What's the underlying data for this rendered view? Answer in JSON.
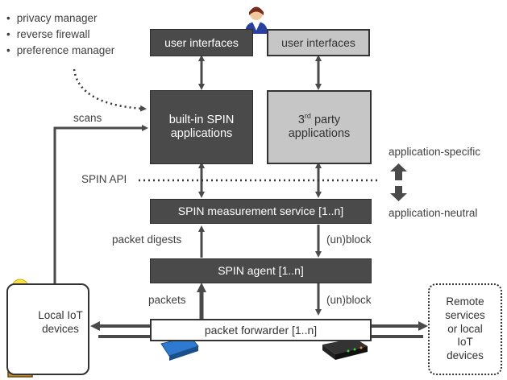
{
  "bullets": [
    "privacy manager",
    "reverse firewall",
    "preference manager"
  ],
  "boxes": {
    "user_interfaces_builtin": "user interfaces",
    "user_interfaces_3rd": "user interfaces",
    "builtin_apps": "built-in SPIN applications",
    "third_party_sup": "rd",
    "third_party_pre": "3",
    "third_party_post": "party applications",
    "measurement": "SPIN measurement service [1..n]",
    "agent": "SPIN agent [1..n]",
    "forwarder": "packet forwarder [1..n]"
  },
  "labels": {
    "scans": "scans",
    "spin_api": "SPIN API",
    "app_specific": "application-specific",
    "app_neutral": "application-neutral",
    "packet_digests": "packet digests",
    "unblock_1": "(un)block",
    "packets": "packets",
    "unblock_2": "(un)block"
  },
  "local_devices": "Local IoT devices",
  "remote": [
    "Remote",
    "services",
    "or local",
    "IoT",
    "devices"
  ],
  "colors": {
    "dark_box": "#4a4a4a",
    "light_box": "#c6c6c6",
    "arrow": "#4a4a4a"
  }
}
